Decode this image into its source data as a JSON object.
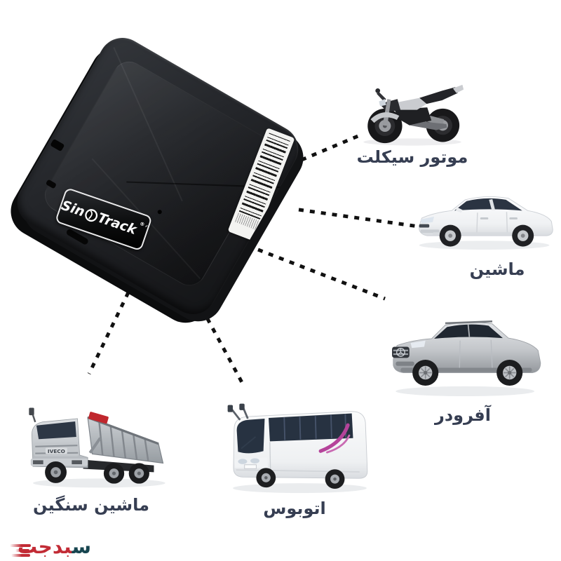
{
  "page": {
    "background": "#ffffff"
  },
  "device": {
    "name": "SinoTrack magnetic GPS tracker",
    "logo": {
      "sin": "Sin",
      "track": "Track",
      "reg": "®"
    }
  },
  "vehicles": [
    {
      "id": "motorcycle",
      "label": "موتور سیکلت"
    },
    {
      "id": "car",
      "label": "ماشین"
    },
    {
      "id": "offroader",
      "label": "آفرودر"
    },
    {
      "id": "bus",
      "label": "اتوبوس"
    },
    {
      "id": "heavy-truck",
      "label": "ماشین سنگین",
      "badge": "IVECO"
    }
  ],
  "watermark": {
    "first_letter": "س",
    "rest": "بدجت"
  },
  "colors": {
    "label_text": "#363e52",
    "connector": "#111111",
    "watermark_red": "#c22b35",
    "watermark_teal": "#174550",
    "bus_swoosh": "#b5439a",
    "truck_sign_red": "#c0272d",
    "device_black": "#1a1b1e"
  }
}
